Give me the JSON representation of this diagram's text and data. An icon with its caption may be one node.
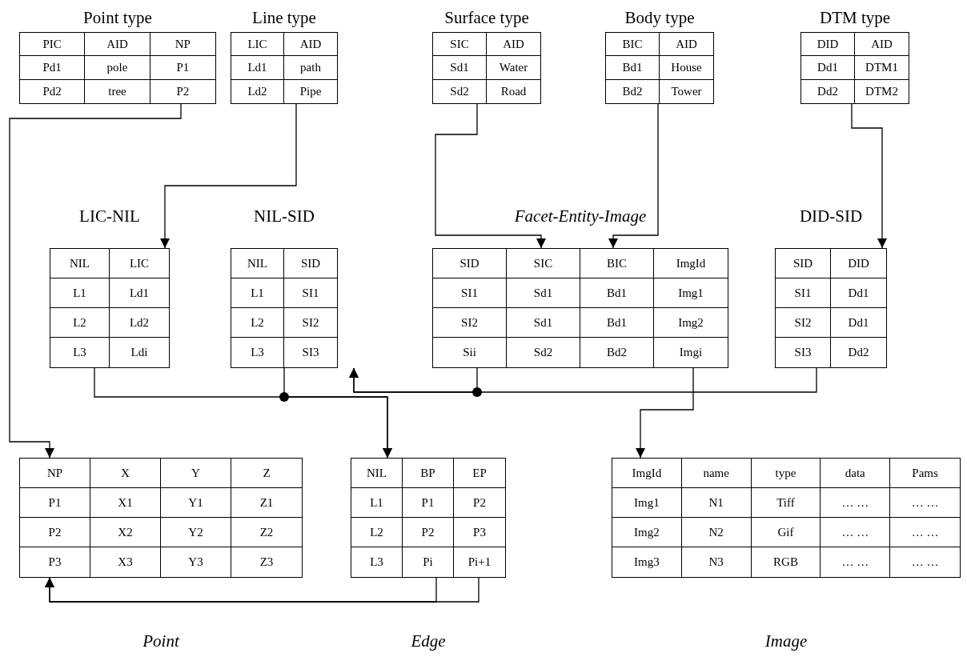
{
  "diagram": {
    "nodes": [
      {
        "text": [
          "Point type",
          "PIC",
          "AID",
          "NP",
          "Pd1",
          "pole",
          "P1",
          "Pd2",
          "tree",
          "P2"
        ]
      },
      {
        "text": [
          "Line type",
          "LIC",
          "AID",
          "Ld1",
          "path",
          "Ld2",
          "Pipe"
        ]
      },
      {
        "text": [
          "Surface type",
          "SIC",
          "AID",
          "Sd1",
          "Water",
          "Sd2",
          "Road"
        ]
      },
      {
        "text": [
          "Body type",
          "BIC",
          "AID",
          "Bd1",
          "House",
          "Bd2",
          "Tower"
        ]
      },
      {
        "text": [
          "DTM type",
          "DID",
          "AID",
          "Dd1",
          "DTM1",
          "Dd2",
          "DTM2"
        ]
      },
      {
        "text": [
          "LIC-NIL",
          "NIL",
          "LIC",
          "L1",
          "Ld1",
          "L2",
          "Ld2",
          "L3",
          "Ldi"
        ]
      },
      {
        "text": [
          "NIL-SID",
          "NIL",
          "SID",
          "L1",
          "SI1",
          "L2",
          "SI2",
          "L3",
          "SI3"
        ]
      },
      {
        "text": [
          "Facet-Entity-Image",
          "SID",
          "SIC",
          "BIC",
          "ImgId",
          "SI1",
          "Sd1",
          "Bd1",
          "Img1",
          "SI2",
          "Sd1",
          "Bd1",
          "Img2",
          "Sii",
          "Sd2",
          "Bd2",
          "Imgi"
        ]
      },
      {
        "text": [
          "DID-SID",
          "SID",
          "DID",
          "SI1",
          "Dd1",
          "SI2",
          "Dd1",
          "SI3",
          "Dd2"
        ]
      },
      {
        "text": [
          "Point",
          "NP",
          "X",
          "Y",
          "Z",
          "P1",
          "X1",
          "Y1",
          "Z1",
          "P2",
          "X2",
          "Y2",
          "Z2",
          "P3",
          "X3",
          "Y3",
          "Z3"
        ]
      },
      {
        "text": [
          "Edge",
          "NIL",
          "BP",
          "EP",
          "L1",
          "P1",
          "P2",
          "L2",
          "P2",
          "P3",
          "L3",
          "Pi",
          "Pi+1"
        ]
      },
      {
        "text": [
          "Image",
          "ImgId",
          "name",
          "type",
          "data",
          "Pams",
          "Img1",
          "N1",
          "Tiff",
          "… …",
          "… …",
          "Img2",
          "N2",
          "Gif",
          "… …",
          "… …",
          "Img3",
          "N3",
          "RGB",
          "… …",
          "… …"
        ]
      }
    ],
    "edges": [
      {
        "from": 0,
        "to": 9,
        "arrow": "to"
      },
      {
        "from": 1,
        "to": 5,
        "arrow": "to"
      },
      {
        "from": 2,
        "to": 7,
        "arrow": "to"
      },
      {
        "from": 3,
        "to": 7,
        "arrow": "to"
      },
      {
        "from": 4,
        "to": 8,
        "arrow": "to"
      },
      {
        "from": 5,
        "to": 10,
        "arrow": "to"
      },
      {
        "from": 6,
        "to": 10,
        "arrow": "to"
      },
      {
        "from": 7,
        "to": 6,
        "arrow": "to"
      },
      {
        "from": 8,
        "to": 6,
        "arrow": "to"
      },
      {
        "from": 7,
        "to": 11,
        "arrow": "to"
      },
      {
        "from": 10,
        "to": 9,
        "arrow": "to"
      },
      {
        "from": 10,
        "to": 9,
        "arrow": "to"
      }
    ]
  }
}
